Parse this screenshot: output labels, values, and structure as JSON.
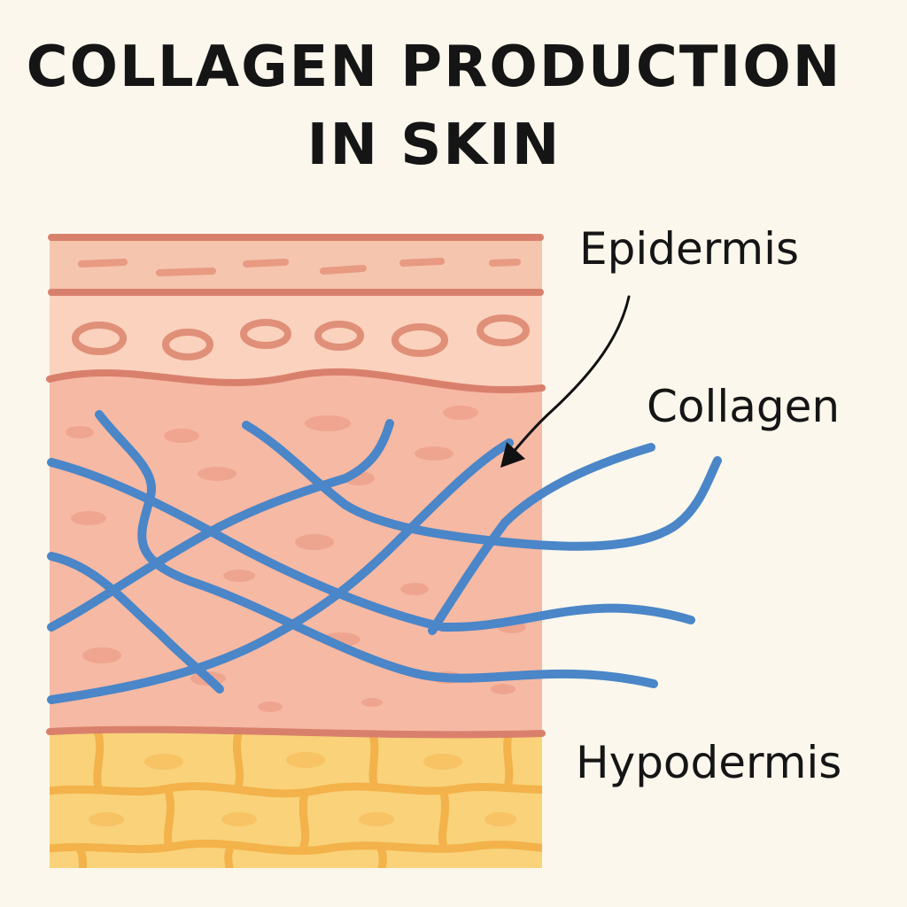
{
  "title": {
    "line1": "COLLAGEN PRODUCTION",
    "line2": "IN SKIN"
  },
  "labels": {
    "epidermis": "Epidermis",
    "collagen": "Collagen",
    "hypodermis": "Hypodermis"
  },
  "colors": {
    "background": "#fbf7ec",
    "epidermis_top": "#f5c5ae",
    "epidermis_lower": "#fbd2bd",
    "dermis": "#f6b9a4",
    "layer_border": "#d9806c",
    "collagen_fiber": "#4a86c8",
    "hypodermis_fill": "#f9d27a",
    "hypodermis_lines": "#f3b24a",
    "arrow": "#111111"
  }
}
